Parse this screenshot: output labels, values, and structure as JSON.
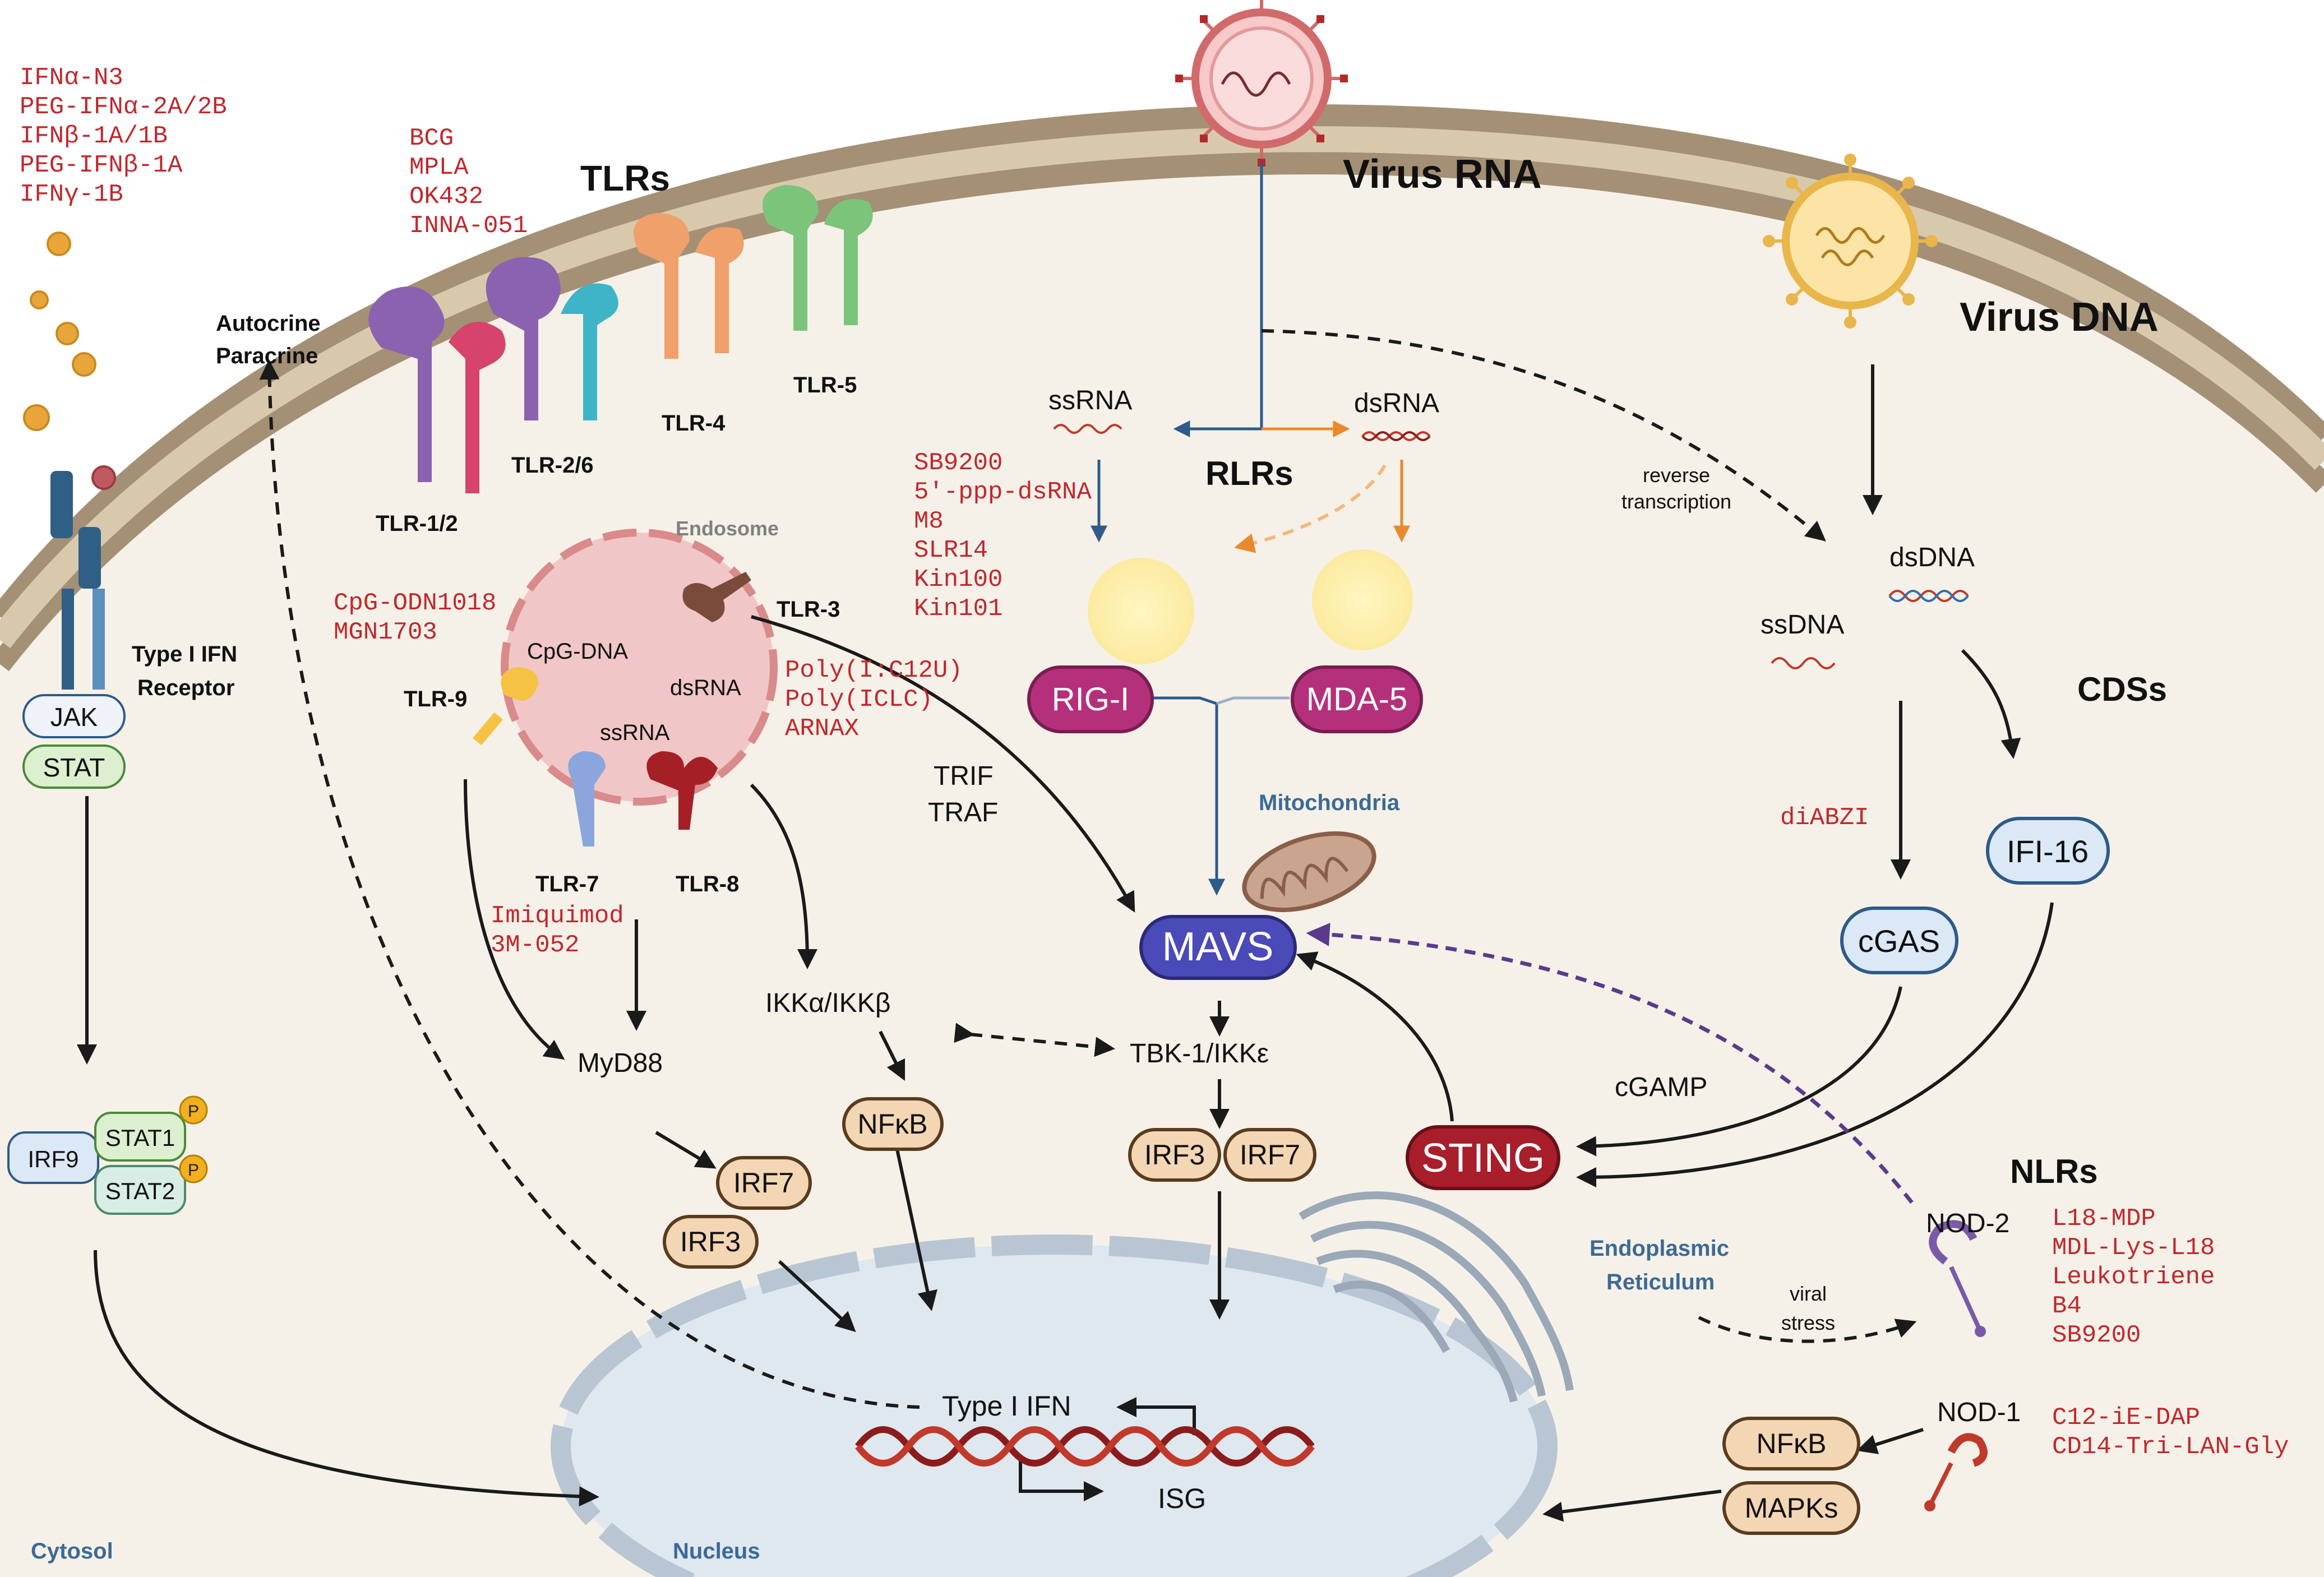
{
  "drugs": {
    "ifn": [
      "IFNα-N3",
      "PEG-IFNα-2A/2B",
      "IFNβ-1A/1B",
      "PEG-IFNβ-1A",
      "IFNγ-1B"
    ],
    "tlr_surface": [
      "BCG",
      "MPLA",
      "OK432",
      "INNA-051"
    ],
    "rlr": [
      "SB9200",
      "5'-ppp-dsRNA",
      "M8",
      "SLR14",
      "Kin100",
      "Kin101"
    ],
    "tlr9": [
      "CpG-ODN1018",
      "MGN1703"
    ],
    "tlr3": [
      "Poly(I:C12U)",
      "Poly(ICLC)",
      "ARNAX"
    ],
    "tlr78": [
      "Imiquimod",
      "3M-052"
    ],
    "sting": "diABZI",
    "nod2": [
      "L18-MDP",
      "MDL-Lys-L18",
      "Leukotriene",
      "B4",
      "SB9200"
    ],
    "nod1": [
      "C12-iE-DAP",
      "CD14-Tri-LAN-Gly"
    ]
  },
  "labels": {
    "tlrs": "TLRs",
    "virus_rna": "Virus RNA",
    "virus_dna": "Virus DNA",
    "rlrs": "RLRs",
    "cdss": "CDSs",
    "nlrs": "NLRs",
    "autocrine": "Autocrine",
    "paracrine": "Paracrine",
    "tlr12": "TLR-1/2",
    "tlr26": "TLR-2/6",
    "tlr4": "TLR-4",
    "tlr5": "TLR-5",
    "endosome": "Endosome",
    "tlr3": "TLR-3",
    "tlr9": "TLR-9",
    "tlr7": "TLR-7",
    "tlr8": "TLR-8",
    "cpg_dna": "CpG-DNA",
    "ds_rna_endo": "dsRNA",
    "ss_rna_endo": "ssRNA",
    "ifn_receptor_1": "Type I IFN",
    "ifn_receptor_2": "Receptor",
    "jak": "JAK",
    "stat": "STAT",
    "ssrna": "ssRNA",
    "dsrna": "dsRNA",
    "reverse_1": "reverse",
    "reverse_2": "transcription",
    "dsdna": "dsDNA",
    "ssdna": "ssDNA",
    "rig_i": "RIG-I",
    "mda5": "MDA-5",
    "trif": "TRIF",
    "traf": "TRAF",
    "mitochondria": "Mitochondria",
    "mavs": "MAVS",
    "ifi16": "IFI-16",
    "cgas": "cGAS",
    "cgamp": "cGAMP",
    "sting": "STING",
    "ikk": "IKKα/IKKβ",
    "tbk": "TBK-1/IKKε",
    "myd88": "MyD88",
    "nfkb": "NFκB",
    "irf3": "IRF3",
    "irf7": "IRF7",
    "irf9": "IRF9",
    "stat1": "STAT1",
    "stat2": "STAT2",
    "p": "P",
    "er_1": "Endoplasmic",
    "er_2": "Reticulum",
    "viral_1": "viral",
    "viral_2": "stress",
    "nod2": "NOD-2",
    "nod1": "NOD-1",
    "mapks": "MAPKs",
    "type1_ifn": "Type I IFN",
    "isg": "ISG",
    "cytosol": "Cytosol",
    "nucleus": "Nucleus"
  }
}
